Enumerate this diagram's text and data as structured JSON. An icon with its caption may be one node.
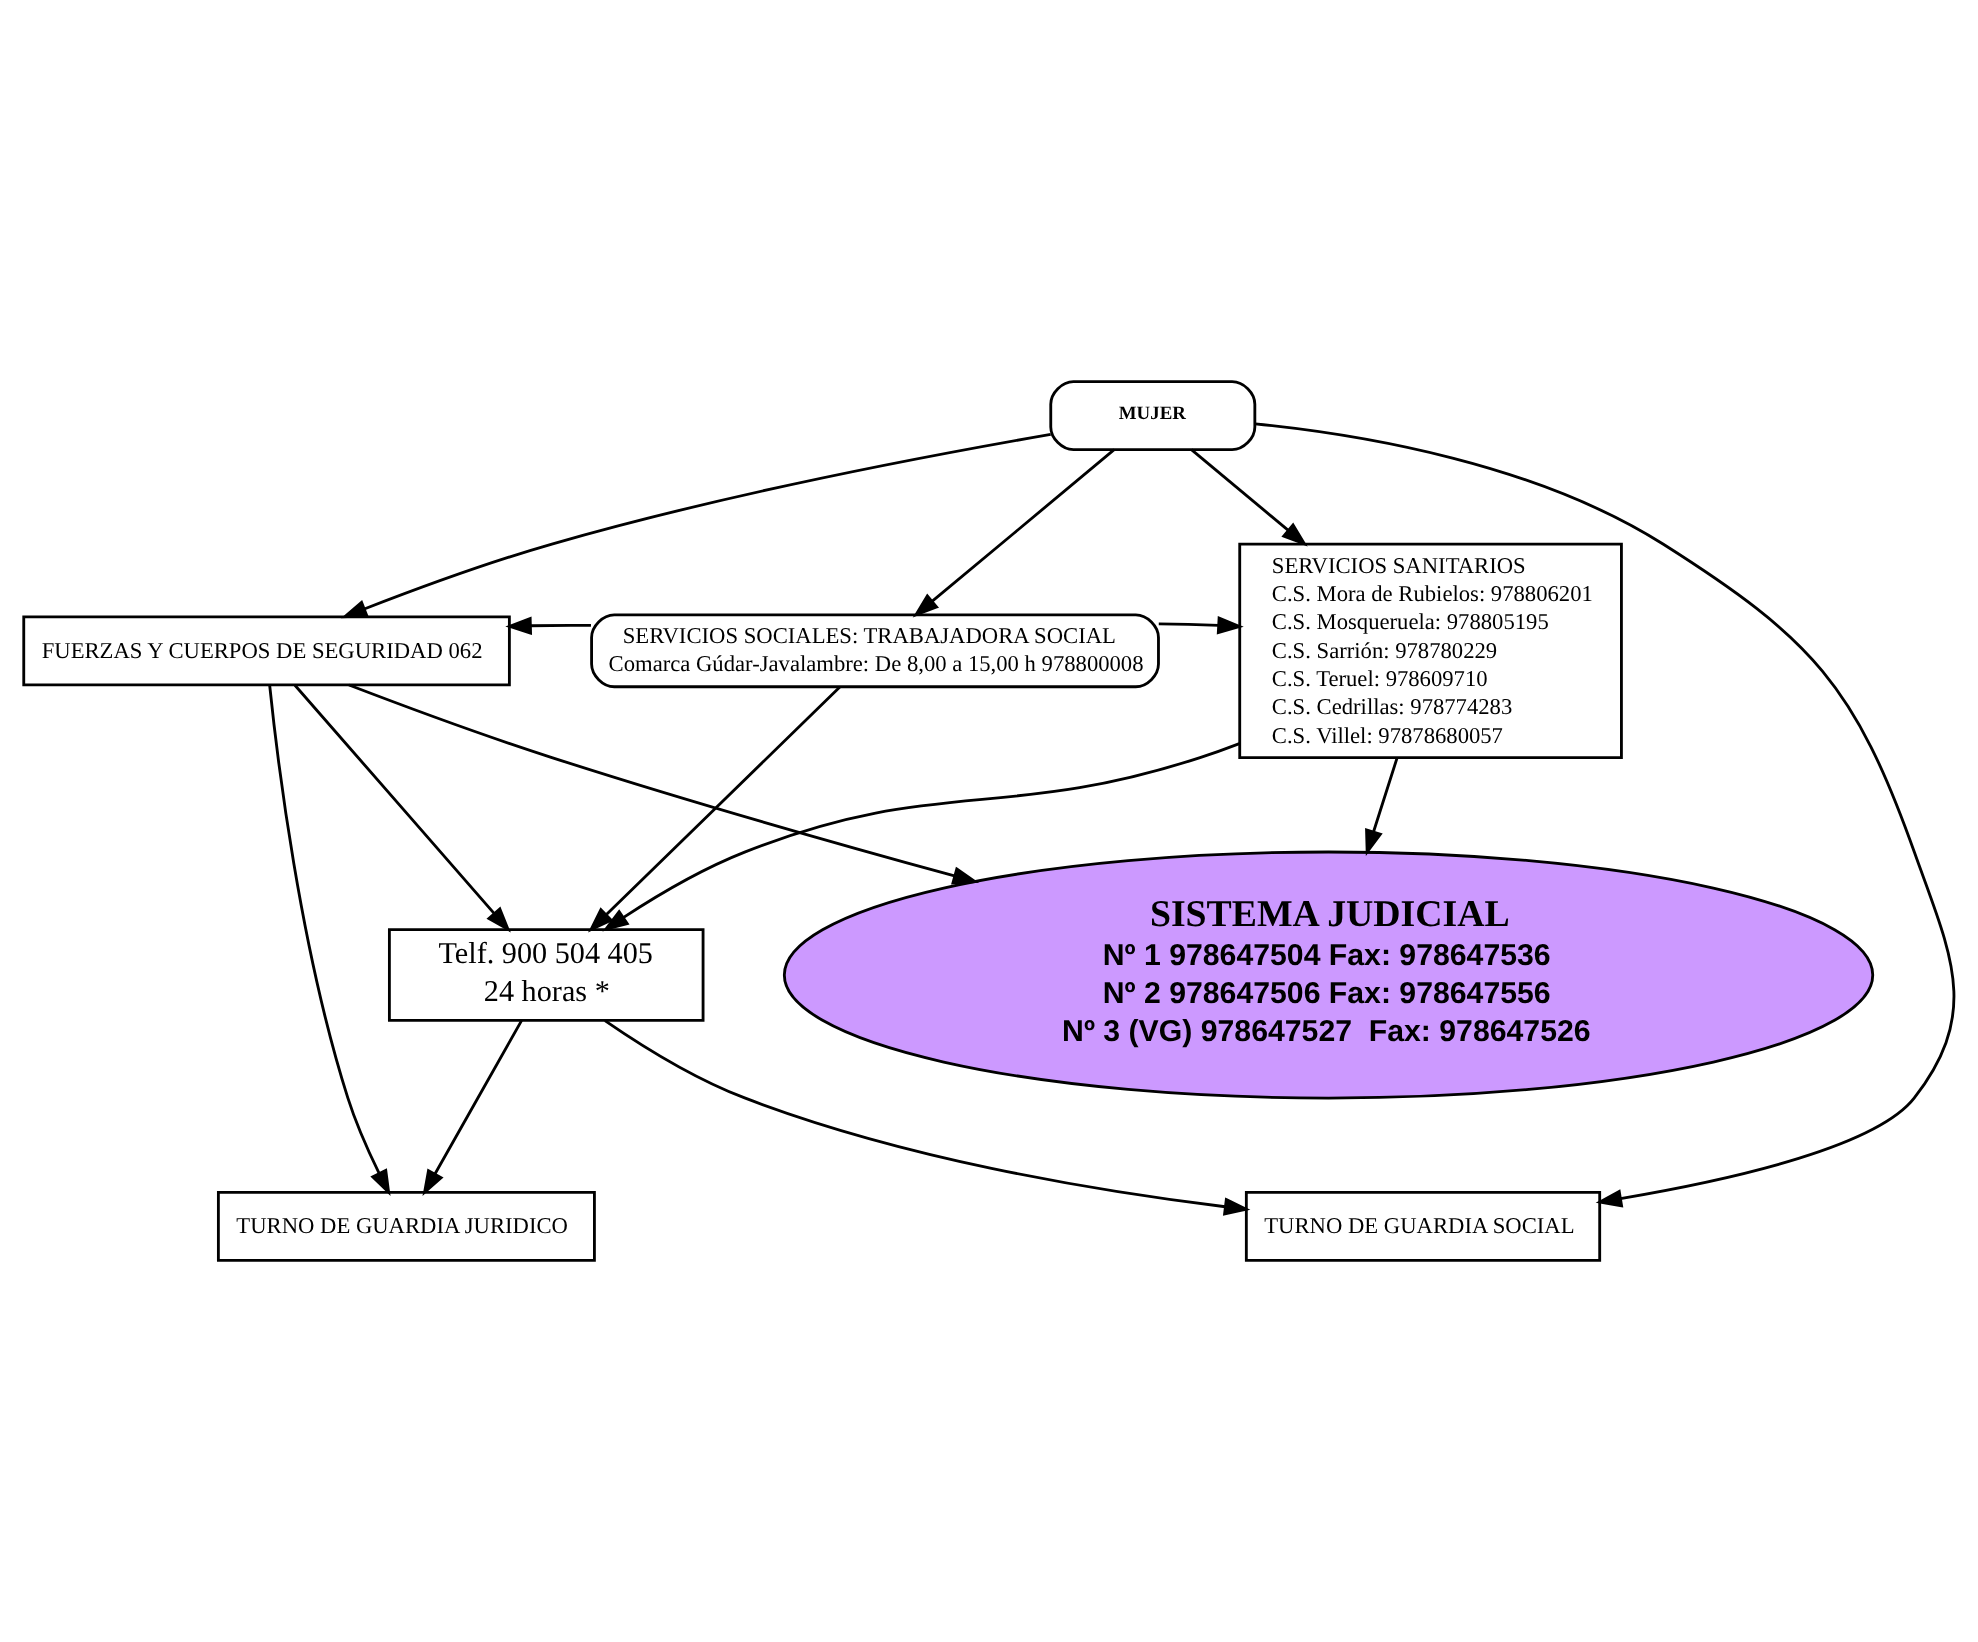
{
  "diagram": {
    "nodes": [
      {
        "text": [
          "MUJER"
        ]
      },
      {
        "text": [
          "FUERZAS Y CUERPOS DE SEGURIDAD 062"
        ]
      },
      {
        "text": [
          "SERVICIOS SOCIALES: TRABAJADORA SOCIAL",
          "Comarca Gúdar-Javalambre: De 8,00 a 15,00 h 978800008"
        ]
      },
      {
        "text": [
          "SERVICIOS SANITARIOS",
          "C.S. Mora de Rubielos: 978806201",
          "C.S. Mosqueruela: 978805195",
          "C.S. Sarrión: 978780229",
          "C.S. Teruel: 978609710",
          "C.S. Cedrillas: 978774283",
          "C.S. Villel: 97878680057"
        ]
      },
      {
        "text": [
          "Telf. 900 504 405",
          "24 horas *"
        ]
      },
      {
        "text": [
          "TURNO DE GUARDIA JURIDICO"
        ]
      },
      {
        "text": [
          "TURNO DE GUARDIA SOCIAL"
        ]
      },
      {
        "text": [
          "SISTEMA JUDICIAL",
          "Nº 1 978647504 Fax: 978647536",
          "Nº 2 978647506 Fax: 978647556",
          "Nº 3 (VG) 978647527  Fax: 978647526"
        ]
      }
    ],
    "edges": [
      {
        "from": 0,
        "to": 1,
        "arrow": "to"
      },
      {
        "from": 0,
        "to": 2,
        "arrow": "to"
      },
      {
        "from": 0,
        "to": 3,
        "arrow": "to"
      },
      {
        "from": 0,
        "to": 6,
        "arrow": "to"
      },
      {
        "from": 2,
        "to": 1,
        "arrow": "to"
      },
      {
        "from": 2,
        "to": 3,
        "arrow": "to"
      },
      {
        "from": 2,
        "to": 4,
        "arrow": "to"
      },
      {
        "from": 1,
        "to": 4,
        "arrow": "to"
      },
      {
        "from": 3,
        "to": 4,
        "arrow": "to"
      },
      {
        "from": 1,
        "to": 5,
        "arrow": "to"
      },
      {
        "from": 4,
        "to": 5,
        "arrow": "to"
      },
      {
        "from": 4,
        "to": 6,
        "arrow": "to"
      },
      {
        "from": 1,
        "to": 7,
        "arrow": "to"
      },
      {
        "from": 3,
        "to": 7,
        "arrow": "to"
      }
    ]
  }
}
